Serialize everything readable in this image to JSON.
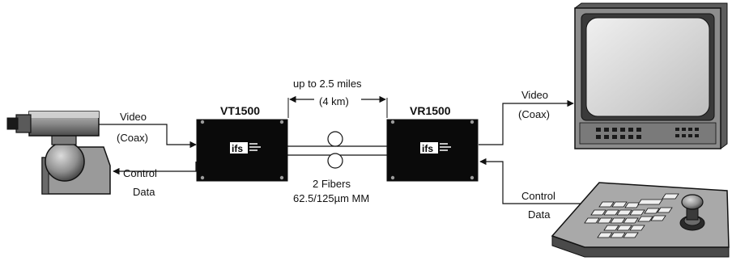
{
  "transmitter": {
    "model": "VT1500",
    "logo": "ifs"
  },
  "receiver": {
    "model": "VR1500",
    "logo": "ifs"
  },
  "distance": {
    "line1": "up to 2.5 miles",
    "line2": "(4 km)"
  },
  "fiber": {
    "line1": "2 Fibers",
    "line2": "62.5/125µm MM"
  },
  "camera_side": {
    "video_line1": "Video",
    "video_line2": "(Coax)",
    "control_line1": "Control",
    "control_line2": "Data"
  },
  "monitor_side": {
    "video_line1": "Video",
    "video_line2": "(Coax)",
    "control_line1": "Control",
    "control_line2": "Data"
  },
  "colors": {
    "line": "#111111",
    "box": "#0a0a0a",
    "device_gray": "#8c8c8c",
    "screen": "#d4d4d4"
  },
  "icons": [
    "camera-icon",
    "monitor-icon",
    "keyboard-icon",
    "fiber-spool-icon"
  ]
}
